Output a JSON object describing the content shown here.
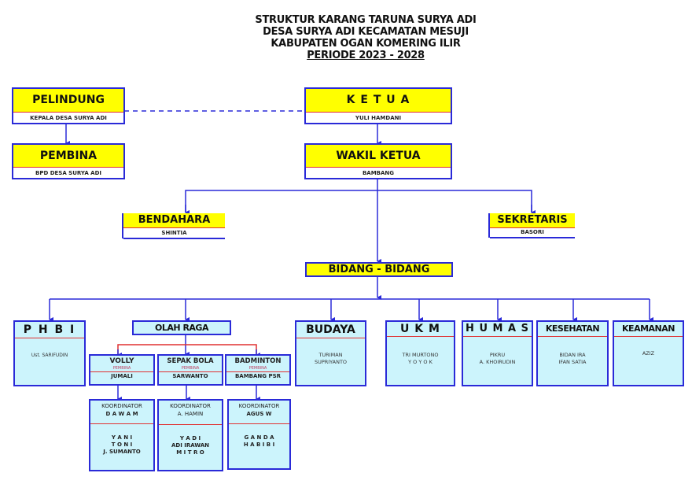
{
  "title": {
    "line1": "STRUKTUR KARANG TARUNA SURYA ADI",
    "line2": "DESA SURYA ADI KECAMATAN MESUJI",
    "line3": "KABUPATEN OGAN KOMERING ILIR",
    "line4": "PERIODE 2023 - 2028"
  },
  "pelindung": {
    "title": "PELINDUNG",
    "name": "KEPALA DESA SURYA ADI"
  },
  "pembina": {
    "title": "PEMBINA",
    "name": "BPD DESA SURYA ADI"
  },
  "ketua": {
    "title": "K E T U A",
    "name": "YULI HAMDANI"
  },
  "wakil": {
    "title": "WAKIL KETUA",
    "name": "BAMBANG"
  },
  "bendahara": {
    "title": "BENDAHARA",
    "name": "SHINTIA"
  },
  "sekretaris": {
    "title": "SEKRETARIS",
    "name": "BASORI"
  },
  "bidang": {
    "title": "BIDANG - BIDANG"
  },
  "phbi": {
    "title": "P H B I",
    "members": [
      "Ust. SARIFUDIN"
    ]
  },
  "olahraga": {
    "title": "OLAH RAGA"
  },
  "volly": {
    "title": "VOLLY",
    "role": "PEMBINA",
    "name": "JUMALI",
    "koordinator_label": "KOORDINATOR",
    "koordinator": "D A W A M",
    "members": [
      "Y A N I",
      "T O N I",
      "J. SUMANTO"
    ]
  },
  "sepakbola": {
    "title": "SEPAK BOLA",
    "role": "PEMBINA",
    "name": "SARWANTO",
    "koordinator_label": "KOORDINATOR",
    "koordinator": "A. HAMIN",
    "members": [
      "Y A D I",
      "ADI IRAWAN",
      "M I T R O"
    ]
  },
  "badminton": {
    "title": "BADMINTON",
    "role": "PEMBINA",
    "name": "BAMBANG PSR",
    "koordinator_label": "KOORDINATOR",
    "koordinator": "AGUS W",
    "members": [
      "G A N D A",
      "H A B I B I"
    ]
  },
  "budaya": {
    "title": "BUDAYA",
    "members": [
      "TURIMAN",
      "SUPRIYANTO"
    ]
  },
  "ukm": {
    "title": "U K M",
    "members": [
      "TRI MURTONO",
      "Y O Y O K"
    ]
  },
  "humas": {
    "title": "H U M A S",
    "members": [
      "PIKRU",
      "A. KHOIRUDIN"
    ]
  },
  "kesehatan": {
    "title": "KESEHATAN",
    "members": [
      "BIDAN IRA",
      "IFAN SATIA"
    ]
  },
  "keamanan": {
    "title": "KEAMANAN",
    "members": [
      "AZIZ"
    ]
  },
  "colors": {
    "line": "#2a2ad8",
    "header": "#ffff00",
    "divider": "#e03030",
    "light_box": "#ccf4fc"
  }
}
